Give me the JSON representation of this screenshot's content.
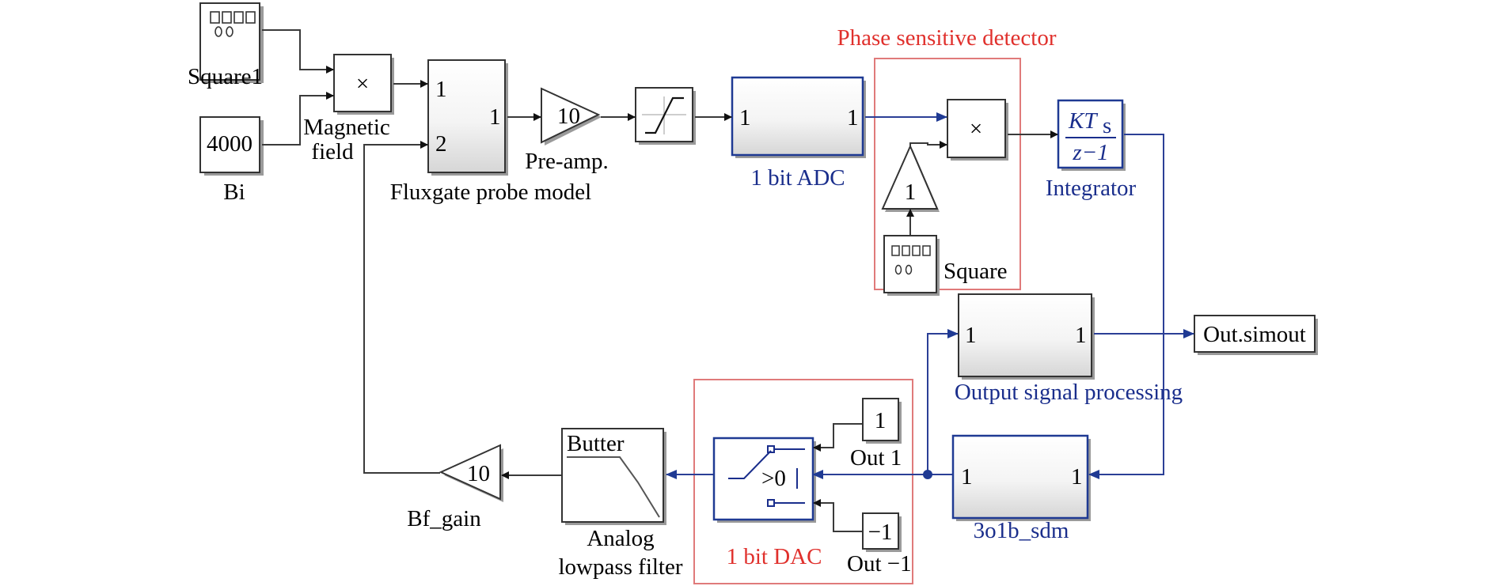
{
  "blocks": {
    "square1": {
      "label": "Square1"
    },
    "bi": {
      "value": "4000",
      "label": "Bi"
    },
    "product1": {
      "symbol": "×",
      "label_line1": "Magnetic",
      "label_line2": "field"
    },
    "probe": {
      "in1": "1",
      "in2": "2",
      "out1": "1",
      "label": "Fluxgate probe model"
    },
    "preamp": {
      "gain": "10",
      "label": "Pre-amp."
    },
    "adc": {
      "in1": "1",
      "out1": "1",
      "label": "1 bit ADC"
    },
    "psd": {
      "title": "Phase sensitive detector",
      "product_symbol": "×",
      "gain": "1",
      "square_label": "Square"
    },
    "integrator": {
      "num_K": "KT",
      "num_sub": "s",
      "den": "z−1",
      "label": "Integrator"
    },
    "outsimout": {
      "label": "Out.simout"
    },
    "osp": {
      "in1": "1",
      "out1": "1",
      "label": "Output signal processing"
    },
    "dac": {
      "switch_text": ">0",
      "const_top": "1",
      "const_top_label": "Out 1",
      "const_bottom": "−1",
      "const_bottom_label": "Out −1",
      "label": "1 bit DAC"
    },
    "sdm": {
      "in1": "1",
      "out1": "1",
      "label": "3o1b_sdm"
    },
    "lowpass": {
      "title": "Butter",
      "label_line1": "Analog",
      "label_line2": "lowpass filter"
    },
    "bfgain": {
      "gain": "10",
      "label": "Bf_gain"
    }
  },
  "colors": {
    "black_wire": "#3a3a3a",
    "blue_wire": "#2b3f96",
    "red_label": "#e0302c",
    "blue_label": "#1a2e8c"
  }
}
